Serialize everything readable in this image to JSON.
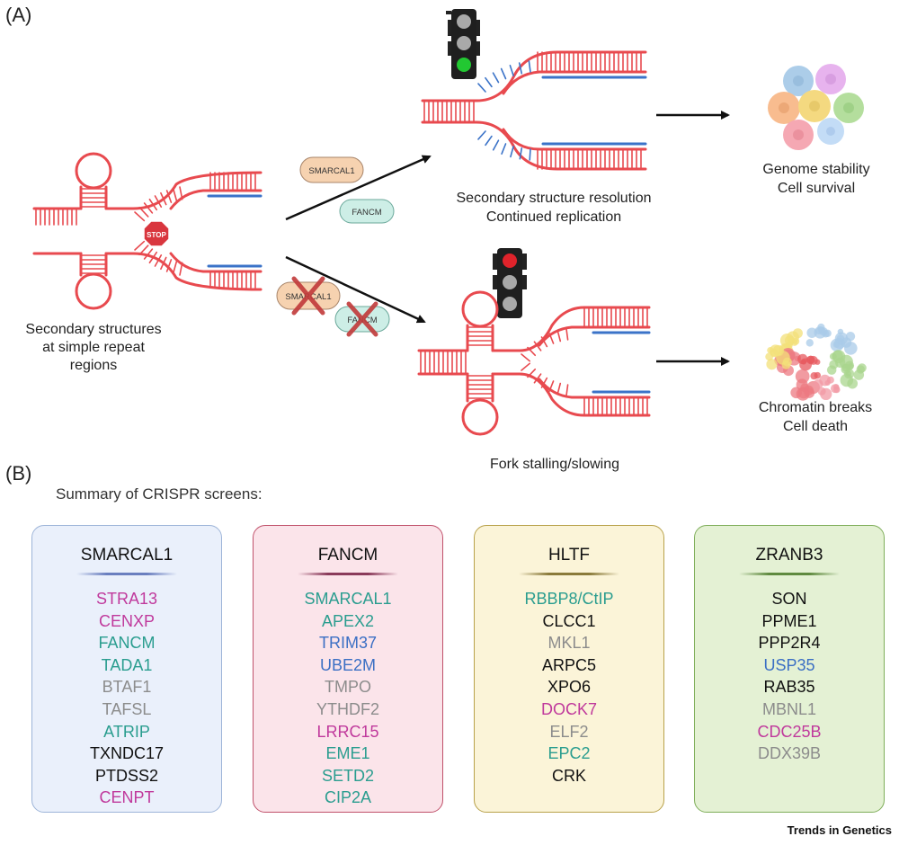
{
  "panel_a": {
    "label": "(A)",
    "stop_sign": "STOP",
    "left_caption": [
      "Secondary structures",
      "at simple repeat",
      "regions"
    ],
    "protein_smarcal1": "SMARCAL1",
    "protein_fancm": "FANCM",
    "top_caption": [
      "Secondary structure resolution",
      "Continued replication"
    ],
    "top_outcome": [
      "Genome stability",
      "Cell survival"
    ],
    "bottom_caption": "Fork stalling/slowing",
    "bottom_outcome": [
      "Chromatin breaks",
      "Cell death"
    ],
    "colors": {
      "strand_red": "#e84a4f",
      "strand_blue": "#3b73c8",
      "stop": "#d9363e",
      "green_light": "#22c832",
      "red_light": "#e0232b"
    }
  },
  "panel_b": {
    "label": "(B)",
    "title": "Summary of CRISPR screens:",
    "boxes": [
      {
        "title": "SMARCAL1",
        "bg": "#eaf0fb",
        "border": "#9db4d8",
        "line": "#6a7fbf",
        "genes": [
          {
            "name": "STRA13",
            "color": "#c0399c"
          },
          {
            "name": "CENXP",
            "color": "#c0399c"
          },
          {
            "name": "FANCM",
            "color": "#2a9d8f"
          },
          {
            "name": "TADA1",
            "color": "#2a9d8f"
          },
          {
            "name": "BTAF1",
            "color": "#8c8c8c"
          },
          {
            "name": "TAFSL",
            "color": "#8c8c8c"
          },
          {
            "name": "ATRIP",
            "color": "#2a9d8f"
          },
          {
            "name": "TXNDC17",
            "color": "#111111"
          },
          {
            "name": "PTDSS2",
            "color": "#111111"
          },
          {
            "name": "CENPT",
            "color": "#c0399c"
          }
        ]
      },
      {
        "title": "FANCM",
        "bg": "#fbe4ea",
        "border": "#c0516b",
        "line": "#8a3a5a",
        "genes": [
          {
            "name": "SMARCAL1",
            "color": "#2a9d8f"
          },
          {
            "name": "APEX2",
            "color": "#2a9d8f"
          },
          {
            "name": "TRIM37",
            "color": "#3b6fc4"
          },
          {
            "name": "UBE2M",
            "color": "#3b6fc4"
          },
          {
            "name": "TMPO",
            "color": "#8c8c8c"
          },
          {
            "name": "YTHDF2",
            "color": "#8c8c8c"
          },
          {
            "name": "LRRC15",
            "color": "#c0399c"
          },
          {
            "name": "EME1",
            "color": "#2a9d8f"
          },
          {
            "name": "SETD2",
            "color": "#2a9d8f"
          },
          {
            "name": "CIP2A",
            "color": "#2a9d8f"
          }
        ]
      },
      {
        "title": "HLTF",
        "bg": "#fbf4d8",
        "border": "#b8a14a",
        "line": "#8a7a3a",
        "genes": [
          {
            "name": "RBBP8/CtIP",
            "color": "#2a9d8f"
          },
          {
            "name": "CLCC1",
            "color": "#111111"
          },
          {
            "name": "MKL1",
            "color": "#8c8c8c"
          },
          {
            "name": "ARPC5",
            "color": "#111111"
          },
          {
            "name": "XPO6",
            "color": "#111111"
          },
          {
            "name": "DOCK7",
            "color": "#c0399c"
          },
          {
            "name": "ELF2",
            "color": "#8c8c8c"
          },
          {
            "name": "EPC2",
            "color": "#2a9d8f"
          },
          {
            "name": "CRK",
            "color": "#111111"
          }
        ]
      },
      {
        "title": "ZRANB3",
        "bg": "#e4f1d4",
        "border": "#7fae5a",
        "line": "#5f8a3f",
        "genes": [
          {
            "name": "SON",
            "color": "#111111"
          },
          {
            "name": "PPME1",
            "color": "#111111"
          },
          {
            "name": "PPP2R4",
            "color": "#111111"
          },
          {
            "name": "USP35",
            "color": "#3b6fc4"
          },
          {
            "name": "RAB35",
            "color": "#111111"
          },
          {
            "name": "MBNL1",
            "color": "#8c8c8c"
          },
          {
            "name": "CDC25B",
            "color": "#c0399c"
          },
          {
            "name": "DDX39B",
            "color": "#8c8c8c"
          }
        ]
      }
    ]
  },
  "footer": "Trends in Genetics"
}
